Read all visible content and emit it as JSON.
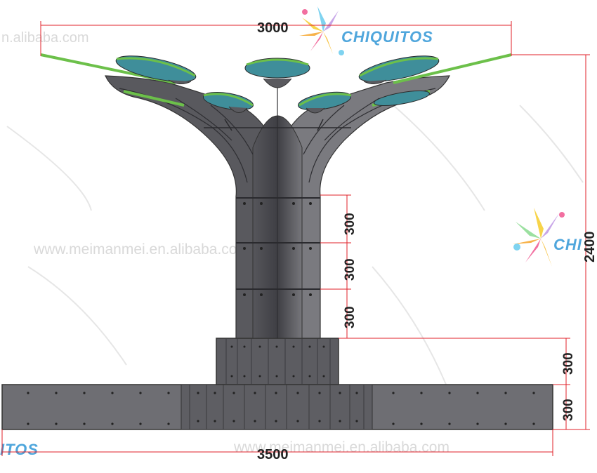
{
  "dimensions": {
    "top_width": "3000",
    "base_width": "3500",
    "total_height": "2400",
    "trunk_band_1": "300",
    "trunk_band_2": "300",
    "trunk_band_3": "300",
    "pedestal_height": "300",
    "base_height": "300"
  },
  "watermarks": {
    "alibaba_top": "n.alibaba.com",
    "meimanmei_mid": "www.meimanmei.en.alibaba.com",
    "meimanmei_bottom": "www.meimanmei.en.alibaba.com"
  },
  "brand": {
    "top": "CHIQUITOS",
    "right": "CHI",
    "bottom_left": "ITOS"
  },
  "colors": {
    "dimension_line": "#e0202a",
    "structure_fill": "#6b6b70",
    "structure_dark": "#4b4b50",
    "leaf_fill": "#3f8e9a",
    "leaf_edge": "#6cc04a",
    "brand_blue": "#4fa6dc"
  }
}
